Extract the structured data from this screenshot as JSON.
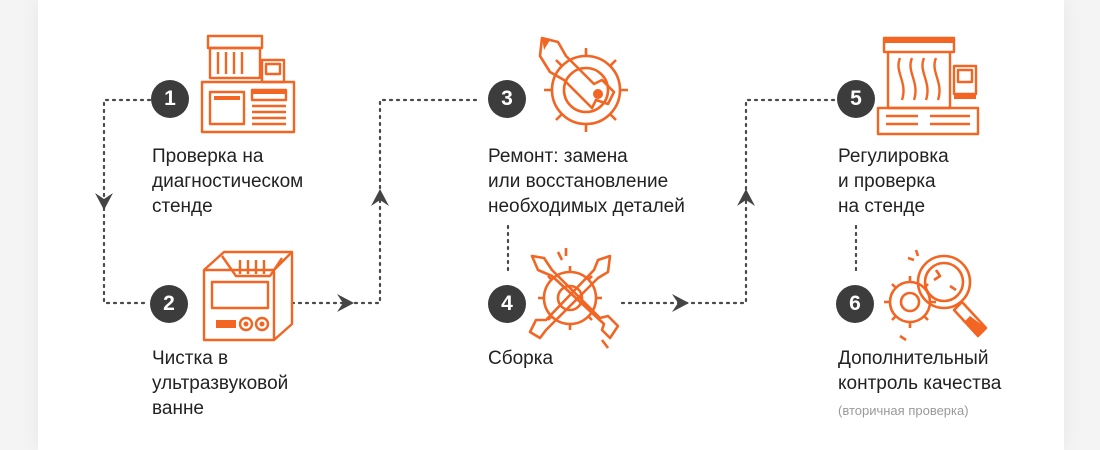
{
  "colors": {
    "accent": "#f26522",
    "badge": "#3c3c3c",
    "text": "#222222",
    "muted": "#9a9a9a"
  },
  "steps": [
    {
      "number": "1",
      "icon": "diagnostic-stand-icon",
      "lines": [
        "Проверка на",
        "диагностическом",
        "стенде"
      ]
    },
    {
      "number": "2",
      "icon": "ultrasonic-bath-icon",
      "lines": [
        "Чистка в",
        "ультразвуковой",
        "ванне"
      ]
    },
    {
      "number": "3",
      "icon": "wrench-gear-repair-icon",
      "lines": [
        "Ремонт: замена",
        "или восстановление",
        "необходимых деталей"
      ]
    },
    {
      "number": "4",
      "icon": "tools-gear-assembly-icon",
      "lines": [
        "Сборка"
      ]
    },
    {
      "number": "5",
      "icon": "test-bench-icon",
      "lines": [
        "Регулировка",
        "и проверка",
        "на стенде"
      ]
    },
    {
      "number": "6",
      "icon": "magnifier-gears-icon",
      "lines": [
        "Дополнительный",
        "контроль качества"
      ],
      "note": "(вторичная проверка)"
    }
  ]
}
